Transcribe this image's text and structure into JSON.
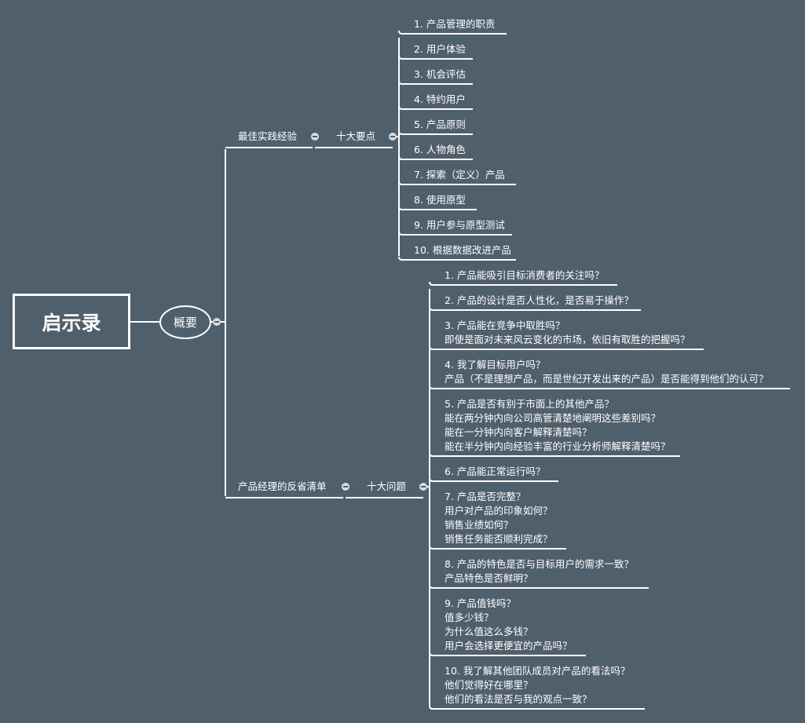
{
  "root": {
    "title": "启示录"
  },
  "main": {
    "label": "概要"
  },
  "branches": [
    {
      "label": "最佳实践经验",
      "child": {
        "label": "十大要点",
        "items": [
          [
            "1. 产品管理的职责"
          ],
          [
            "2. 用户体验"
          ],
          [
            "3. 机会评估"
          ],
          [
            "4. 特约用户"
          ],
          [
            "5. 产品原则"
          ],
          [
            "6. 人物角色"
          ],
          [
            "7. 探索（定义）产品"
          ],
          [
            "8. 使用原型"
          ],
          [
            "9. 用户参与原型测试"
          ],
          [
            "10. 根据数据改进产品"
          ]
        ]
      }
    },
    {
      "label": "产品经理的反省清单",
      "child": {
        "label": "十大问题",
        "items": [
          [
            "1. 产品能吸引目标消费者的关注吗？"
          ],
          [
            "2. 产品的设计是否人性化，是否易于操作？"
          ],
          [
            "3. 产品能在竞争中取胜吗？",
            "即使是面对未来风云变化的市场，依旧有取胜的把握吗？"
          ],
          [
            "4. 我了解目标用户吗？",
            "产品（不是理想产品，而是世纪开发出来的产品）是否能得到他们的认可？"
          ],
          [
            "5. 产品是否有别于市面上的其他产品？",
            "能在两分钟内向公司高管清楚地阐明这些差别吗？",
            "能在一分钟内向客户解释清楚吗？",
            "能在半分钟内向经验丰富的行业分析师解释清楚吗？"
          ],
          [
            "6. 产品能正常运行吗？"
          ],
          [
            "7. 产品是否完整？",
            "用户对产品的印象如何？",
            "销售业绩如何？",
            "销售任务能否顺利完成？"
          ],
          [
            "8. 产品的特色是否与目标用户的需求一致？",
            "产品特色是否鲜明？"
          ],
          [
            "9. 产品值钱吗？",
            "值多少钱？",
            "为什么值这么多钱？",
            "用户会选择更便宜的产品吗？"
          ],
          [
            "10. 我了解其他团队成员对产品的看法吗？",
            "他们觉得好在哪里？",
            "他们的看法是否与我的观点一致？"
          ]
        ]
      }
    }
  ]
}
